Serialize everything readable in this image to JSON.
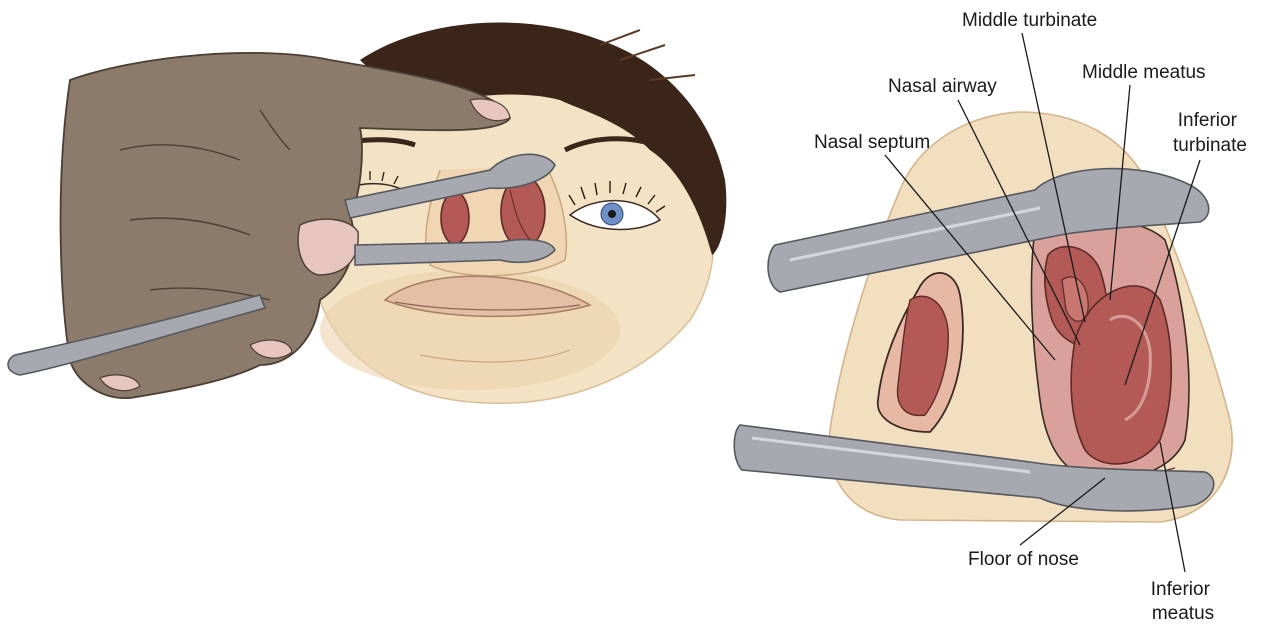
{
  "labels": {
    "middle_turbinate": "Middle turbinate",
    "nasal_airway": "Nasal airway",
    "middle_meatus": "Middle meatus",
    "inferior_turbinate_line1": "Inferior",
    "inferior_turbinate_line2": "turbinate",
    "nasal_septum": "Nasal septum",
    "floor_of_nose": "Floor of nose",
    "inferior_meatus_line1": "Inferior",
    "inferior_meatus_line2": "meatus"
  },
  "colors": {
    "skin": "#f2dfc0",
    "skin_shadow": "#e6c9a2",
    "hand": "#8c7b6a",
    "hair": "#3b2418",
    "mucosa": "#b35a57",
    "mucosa_light": "#d9a19a",
    "metal": "#a6a9b0",
    "iris": "#6f8fc9"
  },
  "icons": {
    "left_panel": "hand-holding-nasal-speculum-illustration",
    "right_panel": "enlarged-nasal-cavity-view-illustration"
  }
}
